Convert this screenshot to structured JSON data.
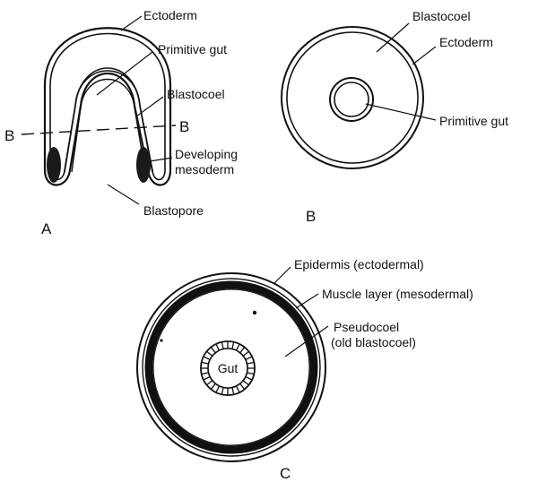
{
  "panel_a": {
    "letter": "A",
    "section_marker_left": "B",
    "section_marker_right": "B",
    "labels": {
      "ectoderm": "Ectoderm",
      "primitive_gut": "Primitive gut",
      "blastocoel": "Blastocoel",
      "developing_mesoderm_line1": "Developing",
      "developing_mesoderm_line2": "mesoderm",
      "blastopore": "Blastopore"
    }
  },
  "panel_b": {
    "letter": "B",
    "labels": {
      "blastocoel": "Blastocoel",
      "ectoderm": "Ectoderm",
      "primitive_gut": "Primitive gut"
    }
  },
  "panel_c": {
    "letter": "C",
    "gut_label": "Gut",
    "labels": {
      "epidermis": "Epidermis (ectodermal)",
      "muscle_layer": "Muscle layer (mesodermal)",
      "pseudocoel_line1": "Pseudocoel",
      "pseudocoel_line2": "(old blastocoel)"
    }
  },
  "colors": {
    "ink": "#111111",
    "background": "#ffffff"
  }
}
